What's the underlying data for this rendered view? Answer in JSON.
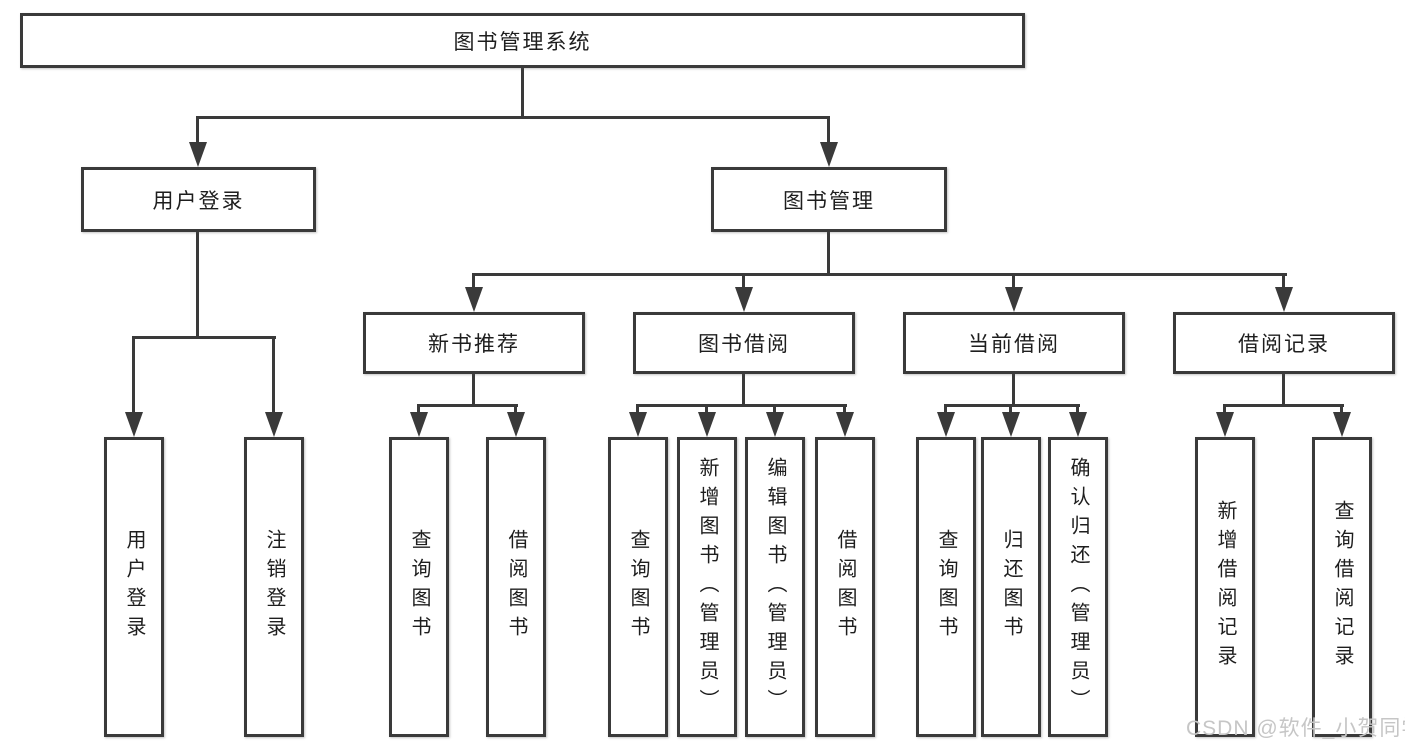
{
  "diagram": {
    "type": "tree",
    "colors": {
      "line": "#3a3a3a",
      "box_border": "#3a3a3a",
      "box_fill": "#ffffff",
      "text": "#1e1e1e",
      "watermark": "#c6c6c6"
    },
    "tree": {
      "root": {
        "label": "图书管理系统",
        "children": [
          {
            "label": "用户登录",
            "children": [
              {
                "label": "用户登录"
              },
              {
                "label": "注销登录"
              }
            ]
          },
          {
            "label": "图书管理",
            "children": [
              {
                "label": "新书推荐",
                "children": [
                  {
                    "label": "查询图书"
                  },
                  {
                    "label": "借阅图书"
                  }
                ]
              },
              {
                "label": "图书借阅",
                "children": [
                  {
                    "label": "查询图书"
                  },
                  {
                    "label": "新增图书（管理员）"
                  },
                  {
                    "label": "编辑图书（管理员）"
                  },
                  {
                    "label": "借阅图书"
                  }
                ]
              },
              {
                "label": "当前借阅",
                "children": [
                  {
                    "label": "查询图书"
                  },
                  {
                    "label": "归还图书"
                  },
                  {
                    "label": "确认归还（管理员）"
                  }
                ]
              },
              {
                "label": "借阅记录",
                "children": [
                  {
                    "label": "新增借阅记录"
                  },
                  {
                    "label": "查询借阅记录"
                  }
                ]
              }
            ]
          }
        ]
      }
    },
    "watermark": {
      "text": "CSDN @软件_小贺同学"
    }
  }
}
